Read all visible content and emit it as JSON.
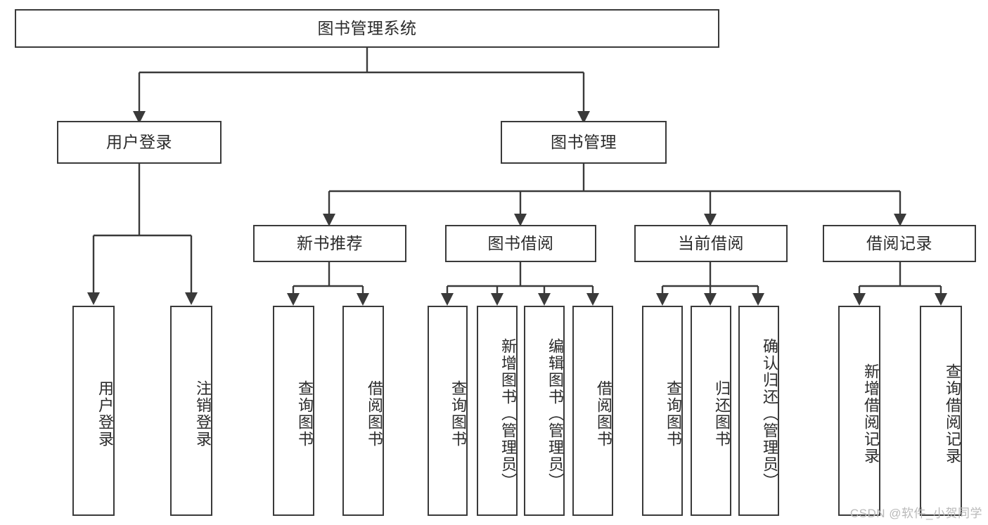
{
  "diagram": {
    "title": "图书管理系统",
    "type": "hierarchy-tree",
    "root": {
      "label": "图书管理系统",
      "children": [
        {
          "label": "用户登录",
          "children": [
            {
              "label": "用户登录"
            },
            {
              "label": "注销登录"
            }
          ]
        },
        {
          "label": "图书管理",
          "children": [
            {
              "label": "新书推荐",
              "children": [
                {
                  "label": "查询图书"
                },
                {
                  "label": "借阅图书"
                }
              ]
            },
            {
              "label": "图书借阅",
              "children": [
                {
                  "label": "查询图书"
                },
                {
                  "label": "新增图书（管理员）"
                },
                {
                  "label": "编辑图书（管理员）"
                },
                {
                  "label": "借阅图书"
                }
              ]
            },
            {
              "label": "当前借阅",
              "children": [
                {
                  "label": "查询图书"
                },
                {
                  "label": "归还图书"
                },
                {
                  "label": "确认归还（管理员）"
                }
              ]
            },
            {
              "label": "借阅记录",
              "children": [
                {
                  "label": "新增借阅记录"
                },
                {
                  "label": "查询借阅记录"
                }
              ]
            }
          ]
        }
      ]
    },
    "nodes": {
      "root": "图书管理系统",
      "user_login": "用户登录",
      "book_manage": "图书管理",
      "new_book_rec": "新书推荐",
      "book_borrow": "图书借阅",
      "current_borrow": "当前借阅",
      "borrow_record": "借阅记录",
      "leaf_user_login": "用户登录",
      "leaf_logout": "注销登录",
      "leaf_query_book_1": "查询图书",
      "leaf_borrow_book_1": "借阅图书",
      "leaf_query_book_2": "查询图书",
      "leaf_add_book": "新增图书（管理员）",
      "leaf_edit_book": "编辑图书（管理员）",
      "leaf_borrow_book_2": "借阅图书",
      "leaf_query_book_3": "查询图书",
      "leaf_return_book": "归还图书",
      "leaf_confirm_return": "确认归还（管理员）",
      "leaf_add_record": "新增借阅记录",
      "leaf_query_record": "查询借阅记录"
    },
    "colors": {
      "border": "#3a3a3a",
      "text": "#2b2b2b",
      "background": "#ffffff",
      "watermark": "#b9b9b9"
    }
  },
  "watermark": {
    "text": "CSDN @软件_小贺同学"
  }
}
